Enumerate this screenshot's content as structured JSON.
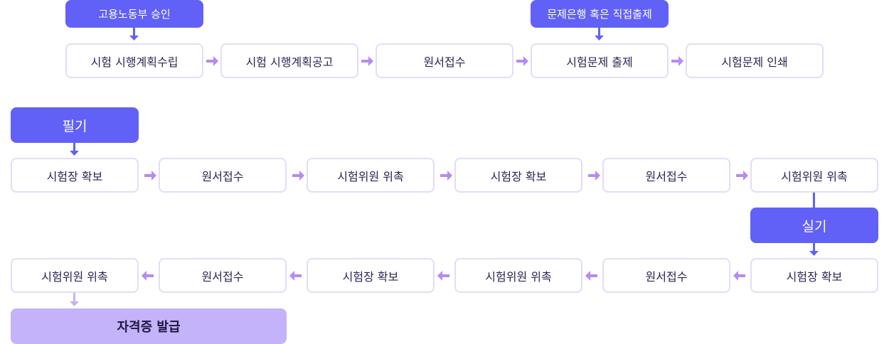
{
  "colors": {
    "header_bg": "#6161f8",
    "step_border": "#e3dcfa",
    "arrow_h": "#b58af5",
    "arrow_v": "#6161f8",
    "final_bg": "#c4b2fb",
    "final_arrow": "#c4b2fb"
  },
  "prep": {
    "header_left": "고용노동부 승인",
    "header_right": "문제은행 혹은 직접출제",
    "steps": [
      "시험 시행계획수립",
      "시험 시행계획공고",
      "원서접수",
      "시험문제 출제",
      "시험문제 인쇄"
    ]
  },
  "written": {
    "header": "필기",
    "steps": [
      "시험장 확보",
      "원서접수",
      "시험위원 위촉",
      "시험장 확보",
      "원서접수",
      "시험위원 위촉"
    ]
  },
  "practical": {
    "header": "실기",
    "steps": [
      "시험장 확보",
      "원서접수",
      "시험위원 위촉",
      "시험장 확보",
      "원서접수",
      "시험위원 위촉"
    ]
  },
  "final": {
    "label": "자격증 발급"
  },
  "icons": {
    "right": "arrow-right-icon",
    "left": "arrow-left-icon",
    "down": "arrow-down-icon"
  }
}
